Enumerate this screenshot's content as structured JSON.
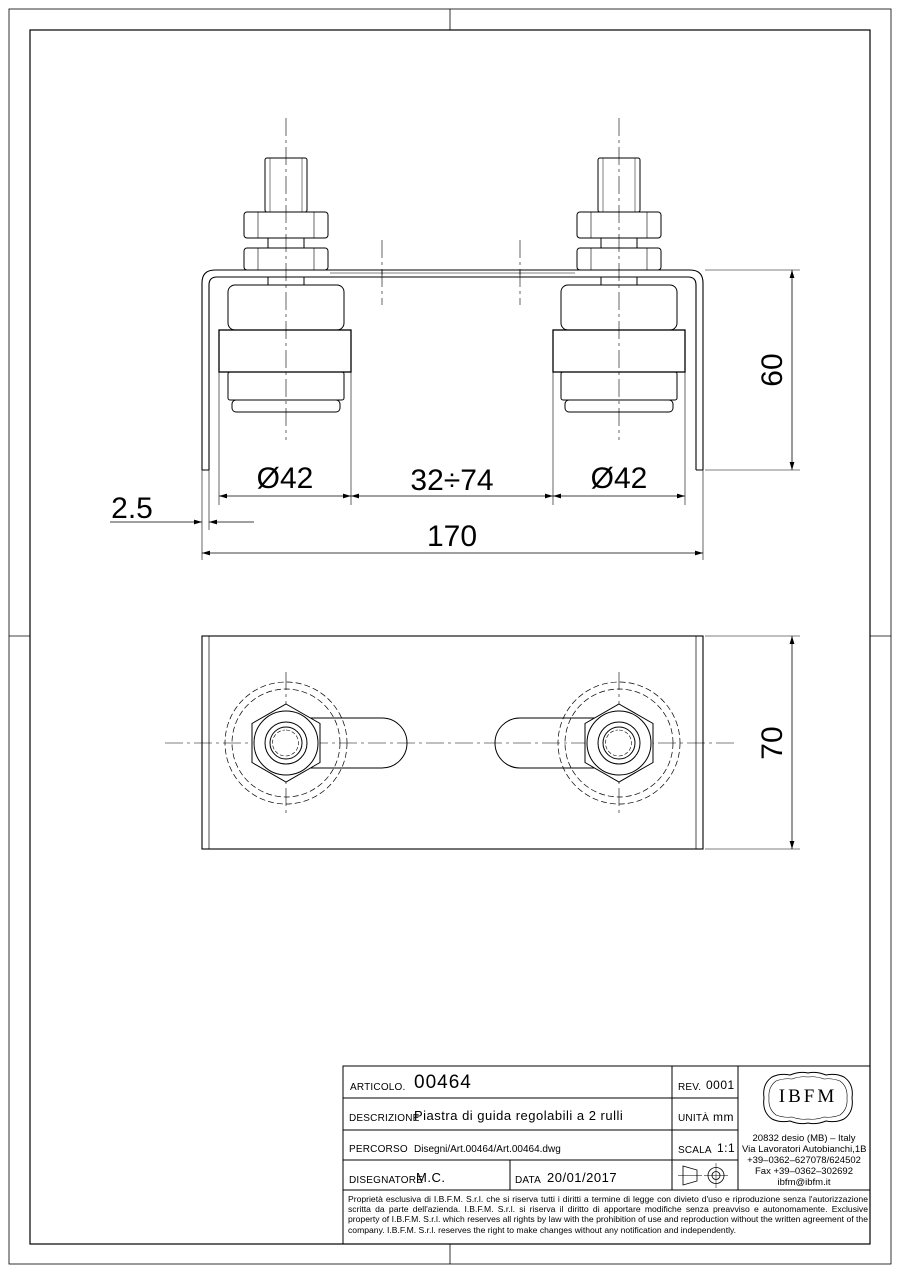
{
  "dimensions": {
    "plate_thickness": "2.5",
    "roller_diameter_left": "Ø42",
    "adjustment_range": "32÷74",
    "roller_diameter_right": "Ø42",
    "total_width": "170",
    "height_front": "60",
    "depth_top": "70"
  },
  "title_block": {
    "articolo_label": "ARTICOLO.",
    "articolo_value": "00464",
    "rev_label": "REV.",
    "rev_value": "0001",
    "descrizione_label": "DESCRIZIONE",
    "descrizione_value": "Piastra di guida regolabili a 2 rulli",
    "unita_label": "UNITÀ",
    "unita_value": "mm",
    "percorso_label": "PERCORSO",
    "percorso_value": "Disegni/Art.00464/Art.00464.dwg",
    "scala_label": "SCALA",
    "scala_value": "1:1",
    "disegnatore_label": "DISEGNATORE",
    "disegnatore_value": "M.C.",
    "data_label": "DATA",
    "data_value": "20/01/2017",
    "projection_symbol": "first-angle-projection-icon"
  },
  "company": {
    "logo_text": "IBFM",
    "address_line1": "20832 desio (MB) – Italy",
    "address_line2": "Via Lavoratori Autobianchi,1B",
    "phone": "+39–0362–627078/624502",
    "fax": "Fax +39–0362–302692",
    "email": "ibfm@ibfm.it"
  },
  "disclaimer": "Proprietà esclusiva di I.B.F.M. S.r.l. che si riserva tutti i diritti a termine di legge con divieto d'uso e riproduzione senza l'autorizzazione scritta da parte dell'azienda. I.B.F.M. S.r.l. si riserva il diritto di apportare modifiche senza preavviso e autonomamente. Exclusive property of I.B.F.M. S.r.l. which reserves all rights by law with the prohibition of use and reproduction without the written agreement of the company. I.B.F.M. S.r.l. reserves the right to make changes without any notification and independently."
}
